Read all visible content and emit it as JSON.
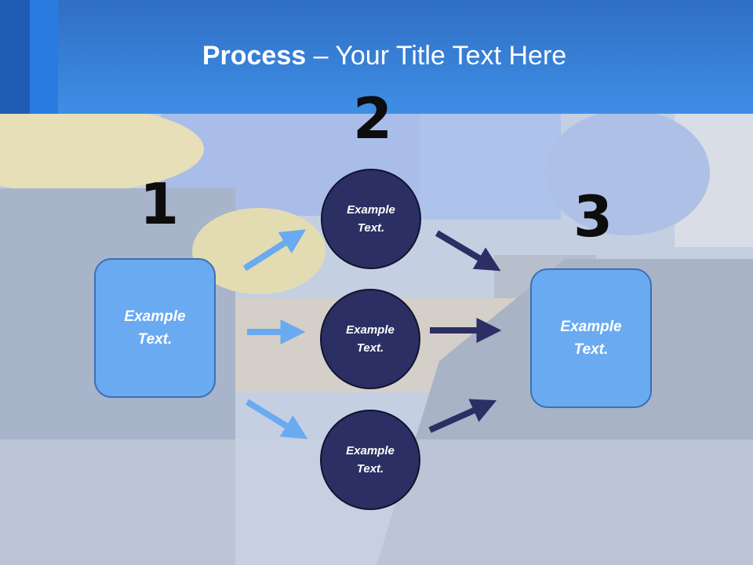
{
  "slide": {
    "title_bold": "Process",
    "title_rest": " – Your Title Text Here"
  },
  "steps": {
    "one": {
      "number": "1",
      "label": "Example\nText."
    },
    "two": {
      "number": "2",
      "circles": [
        {
          "label": "Example\nText."
        },
        {
          "label": "Example\nText."
        },
        {
          "label": "Example\nText."
        }
      ]
    },
    "three": {
      "number": "3",
      "label": "Example\nText."
    }
  },
  "colors": {
    "header": "#3f8ee6",
    "box_fill": "#6aaaf0",
    "circle_fill": "#2c2f63",
    "light_arrow": "#6aaaf0",
    "dark_arrow": "#2c2f63"
  }
}
